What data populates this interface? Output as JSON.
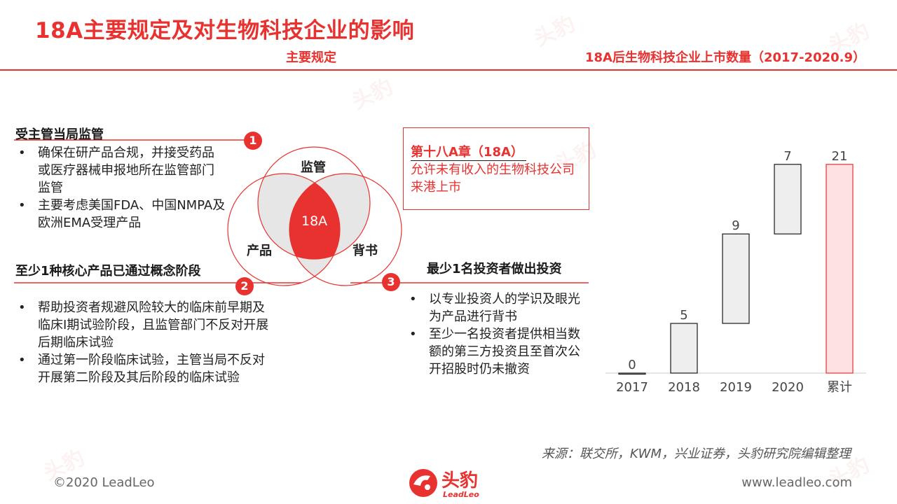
{
  "header": {
    "title": "18A主要规定及对生物科技企业的影响",
    "subtitle_left": "主要规定",
    "subtitle_right": "18A后生物科技企业上市数量（2017-2020.9）"
  },
  "sections": {
    "s1": {
      "heading": "受主管当局监管",
      "number": "1",
      "bullets": [
        "确保在研产品合规，并接受药品或医疗器械申报地所在监管部门监管",
        "主要考虑美国FDA、中国NMPA及欧洲EMA受理产品"
      ]
    },
    "s2": {
      "heading": "至少1种核心产品已通过概念阶段",
      "number": "2",
      "bullets": [
        "帮助投资者规避风险较大的临床前早期及临床I期试验阶段，且监管部门不反对开展后期临床试验",
        "通过第一阶段临床试验，主管当局不反对开展第二阶段及其后阶段的临床试验"
      ]
    },
    "s3": {
      "heading": "最少1名投资者做出投资",
      "number": "3",
      "bullets": [
        "以专业投资人的学识及眼光为产品进行背书",
        "至少一名投资者提供相当数额的第三方投资且至首次公开招股时仍未撤资"
      ]
    }
  },
  "venn": {
    "top": "监管",
    "left": "产品",
    "right": "背书",
    "center": "18A"
  },
  "rule_box": {
    "heading": "第十八A章（18A）",
    "text": "允许未有收入的生物科技公司来港上市"
  },
  "chart_data": {
    "type": "bar",
    "subtype": "waterfall",
    "categories": [
      "2017",
      "2018",
      "2019",
      "2020",
      "累计"
    ],
    "values": [
      0,
      5,
      9,
      7,
      21
    ],
    "labels": [
      "0",
      "5",
      "9",
      "7",
      "21"
    ],
    "total_index": 4,
    "colors": {
      "bar": "#eeeeee",
      "total": "#fde1e3",
      "stroke": "#1a1a1a",
      "total_stroke": "#e8322f"
    },
    "title": "",
    "xlabel": "",
    "ylabel": ""
  },
  "source": "来源：联交所，KWM，兴业证券，头豹研究院编辑整理",
  "footer": {
    "copyright": "©2020 LeadLeo",
    "logo_cn": "头豹",
    "logo_en": "LeadLeo",
    "url": "www.leadleo.com"
  },
  "watermark": "头豹",
  "theme": {
    "accent": "#e8322f"
  }
}
